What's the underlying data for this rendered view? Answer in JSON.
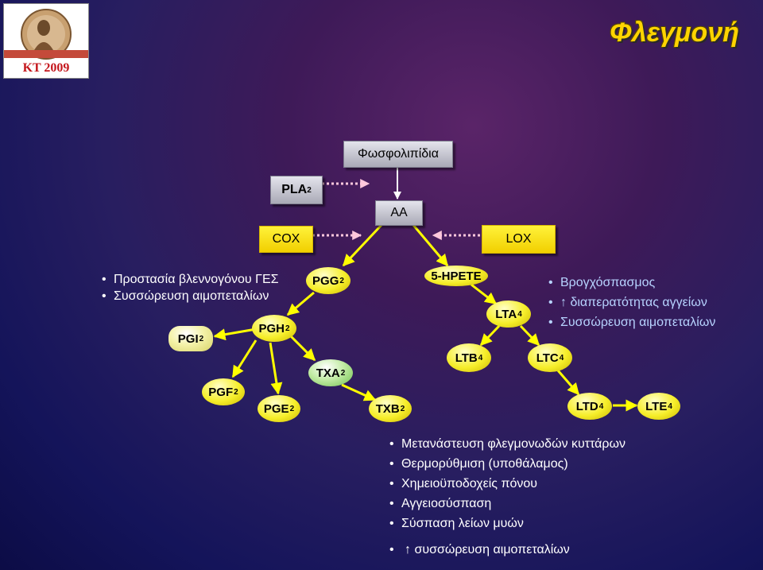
{
  "title": "Φλεγμονή",
  "logo": {
    "year": "KT 2009"
  },
  "top_boxes": {
    "phospholipids": "Φωσφολιπίδια",
    "pla": "PLA",
    "pla_sub": "2",
    "aa": "AA",
    "cox": "COX",
    "lox": "LOX"
  },
  "nodes": {
    "pgg": {
      "label": "PGG",
      "sub": "2"
    },
    "pgh": {
      "label": "PGH",
      "sub": "2"
    },
    "pgi": {
      "label": "PGI",
      "sub": "2"
    },
    "pgf": {
      "label": "PGF",
      "sub": "2"
    },
    "pge": {
      "label": "PGE",
      "sub": "2"
    },
    "txa": {
      "label": "TXA",
      "sub": "2"
    },
    "txb": {
      "label": "TXB",
      "sub": "2"
    },
    "hpete": {
      "label": "5-HPETE",
      "sub": ""
    },
    "lta": {
      "label": "LTA",
      "sub": "4"
    },
    "ltb": {
      "label": "LTB",
      "sub": "4"
    },
    "ltc": {
      "label": "LTC",
      "sub": "4"
    },
    "ltd": {
      "label": "LTD",
      "sub": "4"
    },
    "lte": {
      "label": "LTE",
      "sub": "4"
    }
  },
  "bullets": {
    "prostacyclin_effects": [
      "Προστασία βλεννογόνου ΓΕΣ",
      "Συσσώρευση αιμοπεταλίων"
    ],
    "leukotriene_effects": [
      "Βρογχόσπασμος",
      "↑ διαπερατότητας αγγείων",
      "Συσσώρευση αιμοπεταλίων"
    ],
    "ltb_effects": [
      "Μετανάστευση φλεγμονωδών κυττάρων",
      "Θερμορύθμιση (υποθάλαμος)",
      "Χημειοϋποδοχείς πόνου",
      "Αγγειοσύσπαση",
      "Σύσπαση λείων μυών",
      "↑ συσσώρευση αιμοπεταλίων"
    ]
  },
  "colors": {
    "title": "#ffd400",
    "arrow_yellow": "#ffff00",
    "arrow_white": "#ffffff",
    "arrow_dotted": "#ffc8dc",
    "text_blue": "#b7d3ff"
  }
}
